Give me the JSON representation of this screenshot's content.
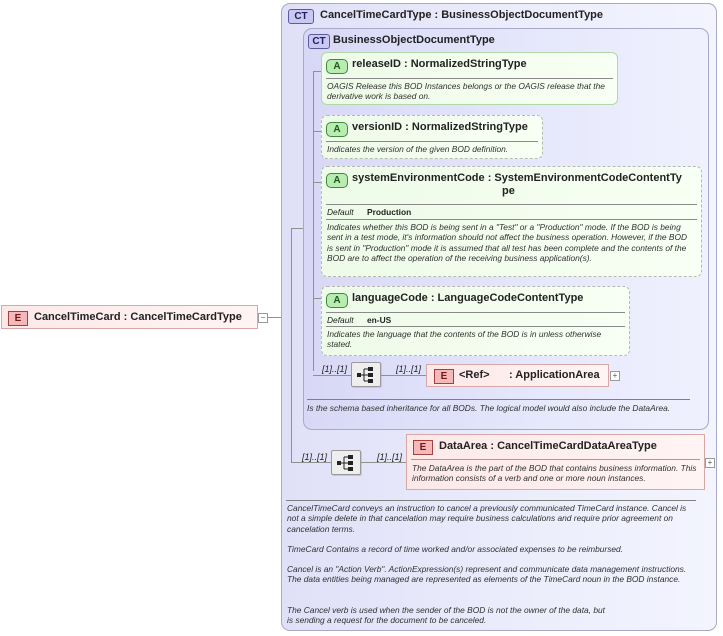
{
  "root_element": {
    "badge": "E",
    "name": "CancelTimeCard : CancelTimeCardType",
    "expander": "−"
  },
  "outer_type": {
    "badge": "CT",
    "title": "CancelTimeCardType : BusinessObjectDocumentType"
  },
  "inner_type": {
    "badge": "CT",
    "title": "BusinessObjectDocumentType",
    "documentation": "Is the schema based inheritance for all BODs. The logical model would also include the DataArea."
  },
  "attributes": [
    {
      "badge": "A",
      "name": "releaseID : NormalizedStringType",
      "doc": "OAGIS Release this BOD Instances belongs or the OAGIS release that the derivative work is based on."
    },
    {
      "badge": "A",
      "name": "versionID : NormalizedStringType",
      "doc": "Indicates the version of the given BOD definition."
    },
    {
      "badge": "A",
      "name_line1": "systemEnvironmentCode : SystemEnvironmentCodeContentTy",
      "name_line2": "pe",
      "default_label": "Default",
      "default_value": "Production",
      "doc": "Indicates whether this BOD is being sent in a \"Test\" or a \"Production\" mode. If the BOD is being sent in a test mode, it's information should not affect the business operation. However, if the BOD is sent in \"Production\" mode it is assumed that all test has been complete and the contents of the BOD are to affect the operation of the receiving business application(s)."
    },
    {
      "badge": "A",
      "name": "languageCode : LanguageCodeContentType",
      "default_label": "Default",
      "default_value": "en-US",
      "doc": "Indicates the language that the contents of the BOD is in unless otherwise stated."
    }
  ],
  "inner_sequence": {
    "card_before": "[1]..[1]",
    "card_after": "[1]..[1]",
    "ref_element": {
      "badge": "E",
      "ref_label": "<Ref>",
      "name": ": ApplicationArea",
      "expander": "+"
    }
  },
  "outer_sequence": {
    "card_before": "[1]..[1]",
    "card_after": "[1]..[1]",
    "data_area": {
      "badge": "E",
      "name": "DataArea : CancelTimeCardDataAreaType",
      "doc": "The DataArea is the part of the BOD that contains business information. This information consists of a verb and one or more noun instances.",
      "expander": "+"
    }
  },
  "bottom_documentation": [
    "CancelTimeCard conveys an instruction to cancel a previously communicated TimeCard instance. Cancel is not a simple delete in that cancelation may require business calculations and require prior agreement on cancelation terms.",
    "TimeCard  Contains a record of time worked and/or associated expenses to be reimbursed.",
    "Cancel is an \"Action Verb\". ActionExpression(s) represent and communicate data management instructions. The data entities being managed are represented as elements of the TimeCard noun in the BOD instance.",
    "The Cancel verb is used when the sender of the BOD is not the owner of the data, but is sending a request for the document to be canceled."
  ]
}
